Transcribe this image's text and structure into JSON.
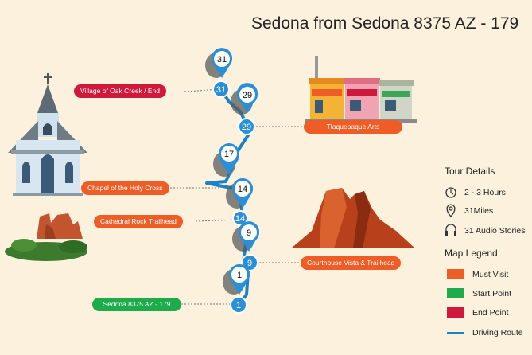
{
  "title": "Sedona from Sedona 8375 AZ - 179",
  "stops": {
    "end": "Village of Oak Creek / End",
    "tlaquepaque": "Tlaquepaque Arts",
    "chapel": "Chapel of the Holy Cross",
    "cathedral": "Cathedral Rock Trailhead",
    "courthouse": "Courthouse Vista & Trailhead",
    "start": "Sedona 8375 AZ - 179"
  },
  "pins": {
    "p31": "31",
    "p29": "29",
    "p17": "17",
    "p14": "14",
    "p9": "9",
    "p1": "1"
  },
  "nodes": {
    "n31": "31",
    "n29": "29",
    "n14": "14",
    "n9": "9",
    "n1": "1"
  },
  "tour_details": {
    "heading": "Tour Details",
    "duration": "2 - 3 Hours",
    "distance": "31Miles",
    "stories": "31 Audio Stories"
  },
  "legend": {
    "heading": "Map Legend",
    "must_visit": "Must Visit",
    "start_point": "Start Point",
    "end_point": "End Point",
    "driving_route": "Driving Route"
  },
  "colors": {
    "background": "#fbf1dc",
    "route": "#1b82c5",
    "pin": "#2a8fd6",
    "must_visit": "#ef5d26",
    "start": "#1eab4b",
    "end": "#d2183a"
  },
  "icons": [
    "clock-icon",
    "location-pin-icon",
    "headphones-icon",
    "church-illustration",
    "shops-illustration",
    "red-rock-illustration",
    "mesa-illustration"
  ]
}
